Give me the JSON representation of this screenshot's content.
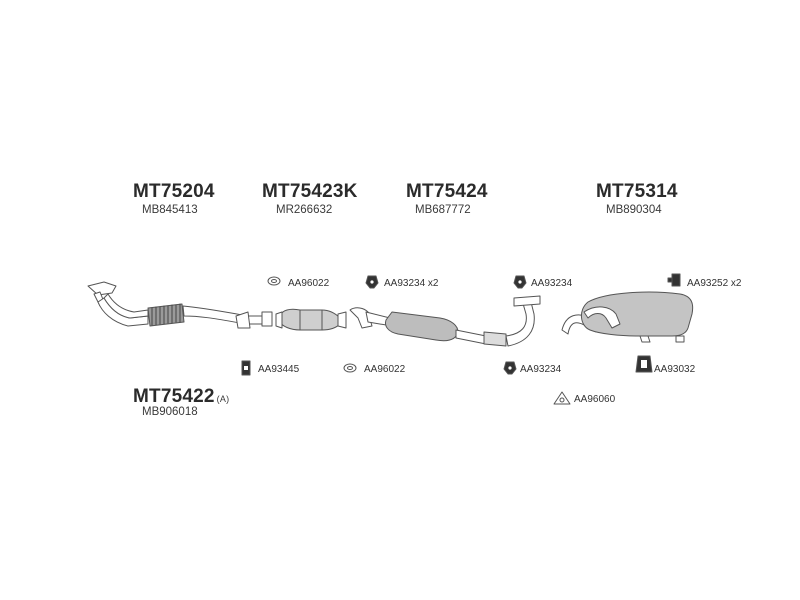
{
  "main_parts": [
    {
      "code": "MT75204",
      "ref": "MB845413"
    },
    {
      "code": "MT75423K",
      "ref": "MR266632"
    },
    {
      "code": "MT75424",
      "ref": "MB687772"
    },
    {
      "code": "MT75314",
      "ref": "MB890304"
    },
    {
      "code": "MT75422",
      "ref": "MB906018",
      "suffix": "(A)"
    }
  ],
  "accessories": [
    {
      "label": "AA96022",
      "icon": "gasket-ring-icon"
    },
    {
      "label": "AA93234 x2",
      "icon": "rubber-hanger-icon"
    },
    {
      "label": "AA93234",
      "icon": "rubber-hanger-icon"
    },
    {
      "label": "AA93252 x2",
      "icon": "rubber-mount-icon"
    },
    {
      "label": "AA93445",
      "icon": "rubber-block-icon"
    },
    {
      "label": "AA96022",
      "icon": "gasket-ring-icon"
    },
    {
      "label": "AA93234",
      "icon": "rubber-hanger-icon"
    },
    {
      "label": "AA93032",
      "icon": "rubber-bracket-icon"
    },
    {
      "label": "AA96060",
      "icon": "triangular-gasket-icon"
    }
  ]
}
